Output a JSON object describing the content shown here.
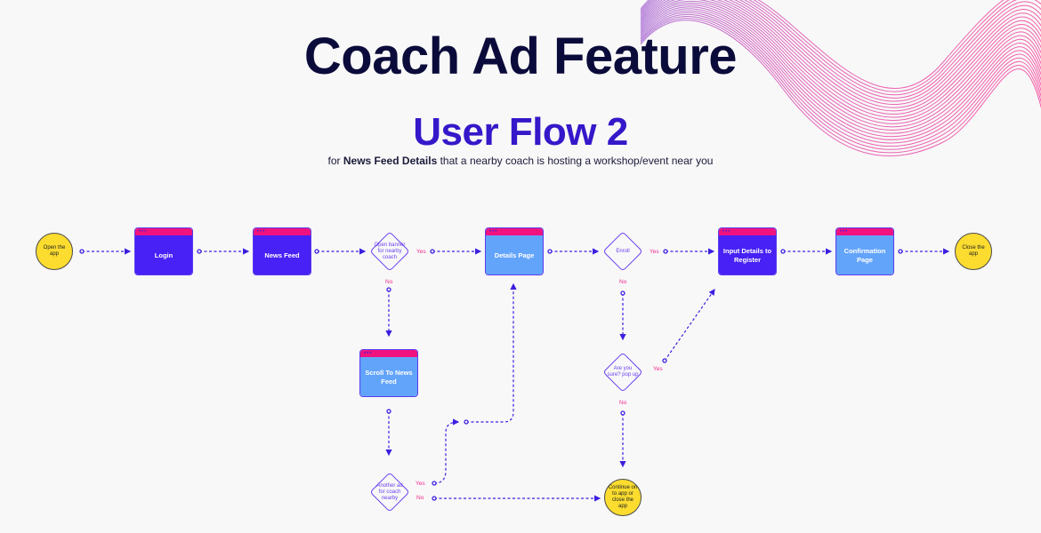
{
  "title": "Coach Ad Feature",
  "subtitle": "User Flow 2",
  "description": {
    "prefix": "for ",
    "bold": "News Feed Details",
    "suffix": " that a nearby coach is hosting a workshop/event near you"
  },
  "colors": {
    "title": "#0b0b3b",
    "subtitle": "#3418c9",
    "screen_dark": "#4721f5",
    "screen_light": "#62a4fa",
    "screen_bar": "#f0127f",
    "terminal": "#fbdc2f",
    "connector": "#3a1fe0",
    "decision": "#6b40f0",
    "branch_label": "#ee2a90"
  },
  "nodes": {
    "open_app": "Open the app",
    "login": "Login",
    "news_feed": "News Feed",
    "open_banner": "Open banner for nearby coach",
    "details_page": "Details Page",
    "enroll": "Enroll",
    "input_details": "Input Details to Register",
    "confirmation": "Confirmation Page",
    "close_app": "Close the app",
    "scroll_feed": "Scroll To News Feed",
    "are_you_sure": "Are you sure? pop up",
    "another_ad": "Another ad for coach nearby",
    "continue_or_close": "Continue on to app or close the app"
  },
  "labels": {
    "banner_yes": "Yes",
    "banner_no": "No",
    "enroll_yes": "Yes",
    "enroll_no": "No",
    "sure_yes": "Yes",
    "sure_no": "No",
    "another_yes": "Yes",
    "another_no": "No"
  },
  "screen_dots": "•••"
}
